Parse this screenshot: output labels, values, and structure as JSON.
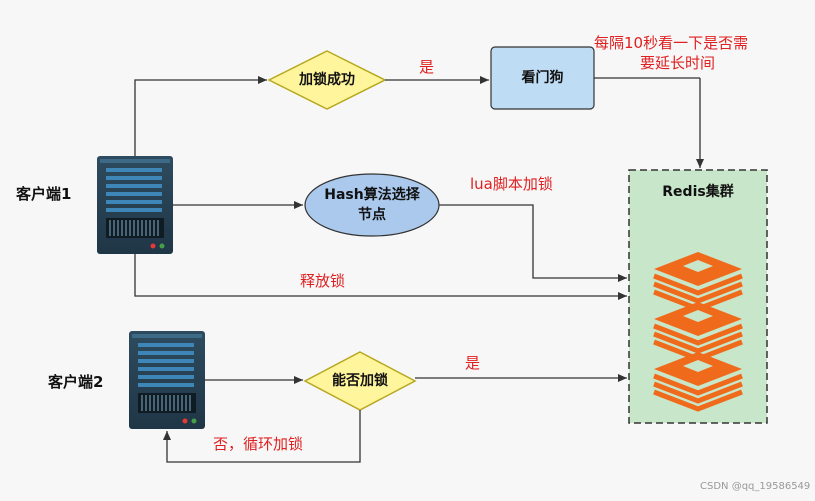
{
  "nodes": {
    "lock_success": "加锁成功",
    "watchdog": "看门狗",
    "hash_select": "Hash算法选择节点",
    "can_lock": "能否加锁",
    "redis_cluster": "Redis集群"
  },
  "clients": {
    "client1": "客户端1",
    "client2": "客户端2"
  },
  "edge_labels": {
    "yes_top": "是",
    "yes_bottom": "是",
    "watchdog_note_line1": "每隔10秒看一下是否需",
    "watchdog_note_line2": "要延长时间",
    "lua_script": "lua脚本加锁",
    "release_lock": "释放锁",
    "retry": "否，循环加锁"
  },
  "watermark": "CSDN @qq_19586549",
  "colors": {
    "diamond_fill": "#fff59d",
    "diamond_stroke": "#b8a820",
    "watchdog_fill": "#bfdcf5",
    "hash_fill": "#aac9ec",
    "cluster_fill": "#c8e6c9",
    "redis_orange": "#f06a1c",
    "edge_text": "#e02020"
  }
}
